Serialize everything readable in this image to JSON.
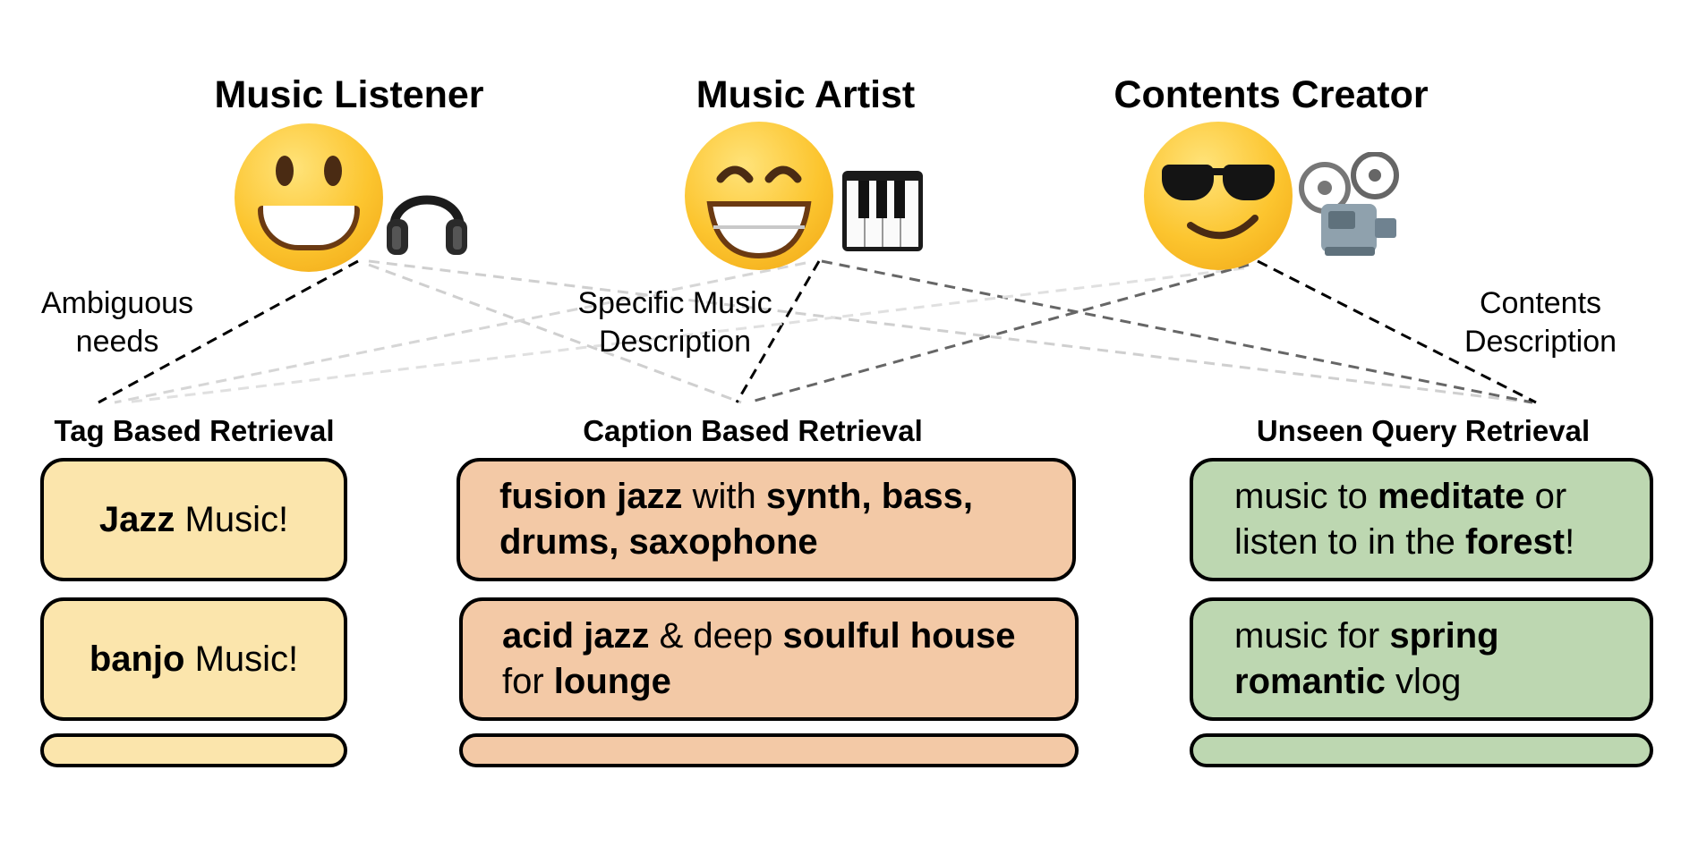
{
  "personas": [
    {
      "title": "Music Listener",
      "icon": "headphones-icon"
    },
    {
      "title": "Music Artist",
      "icon": "piano-keys-icon"
    },
    {
      "title": "Contents Creator",
      "icon": "film-projector-icon"
    }
  ],
  "needs": {
    "listener": [
      "Ambiguous",
      "needs"
    ],
    "artist": [
      "Specific Music",
      "Description"
    ],
    "creator": [
      "Contents",
      "Description"
    ]
  },
  "categories": {
    "tag": "Tag Based Retrieval",
    "caption": "Caption Based Retrieval",
    "unseen": "Unseen Query Retrieval"
  },
  "queries": {
    "tag": [
      [
        {
          "t": "Jazz",
          "b": true
        },
        {
          "t": " Music!",
          "b": false
        }
      ],
      [
        {
          "t": "banjo",
          "b": true
        },
        {
          "t": " Music!",
          "b": false
        }
      ]
    ],
    "caption": [
      [
        {
          "t": "fusion jazz",
          "b": true
        },
        {
          "t": " with ",
          "b": false
        },
        {
          "t": "synth, bass, drums, saxophone",
          "b": true
        }
      ],
      [
        {
          "t": "acid jazz",
          "b": true
        },
        {
          "t": " & deep ",
          "b": false
        },
        {
          "t": "soulful house",
          "b": true
        },
        {
          "t": " for ",
          "b": false
        },
        {
          "t": "lounge",
          "b": true
        }
      ]
    ],
    "unseen": [
      [
        {
          "t": "music to ",
          "b": false
        },
        {
          "t": "meditate",
          "b": true
        },
        {
          "t": " or listen to in the ",
          "b": false
        },
        {
          "t": "forest",
          "b": true
        },
        {
          "t": "!",
          "b": false
        }
      ],
      [
        {
          "t": "music for ",
          "b": false
        },
        {
          "t": "spring romantic",
          "b": true
        },
        {
          "t": " vlog",
          "b": false
        }
      ]
    ]
  },
  "colors": {
    "tag": "#fbe5ac",
    "caption": "#f3c9a6",
    "unseen": "#bdd7b1",
    "line_dark": "#000000",
    "line_mid": "#666666",
    "line_light": "#cccccc"
  }
}
